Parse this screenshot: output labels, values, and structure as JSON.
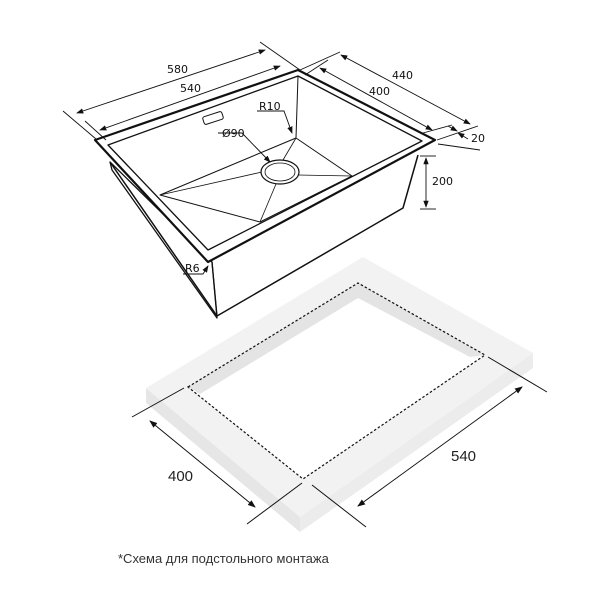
{
  "sink_dimensions": {
    "outer_width": "580",
    "inner_width": "540",
    "outer_depth": "440",
    "inner_depth": "400",
    "rim": "20",
    "height": "200",
    "corner_radius_inner": "R10",
    "corner_radius_outer": "R6",
    "drain_diameter": "Ø90"
  },
  "cutout_dimensions": {
    "depth": "400",
    "width": "540"
  },
  "caption": "*Схема для подстольного монтажа",
  "colors": {
    "line": "#111111",
    "slab": "#f1f1f1",
    "slab_side": "#e3e3e3"
  }
}
